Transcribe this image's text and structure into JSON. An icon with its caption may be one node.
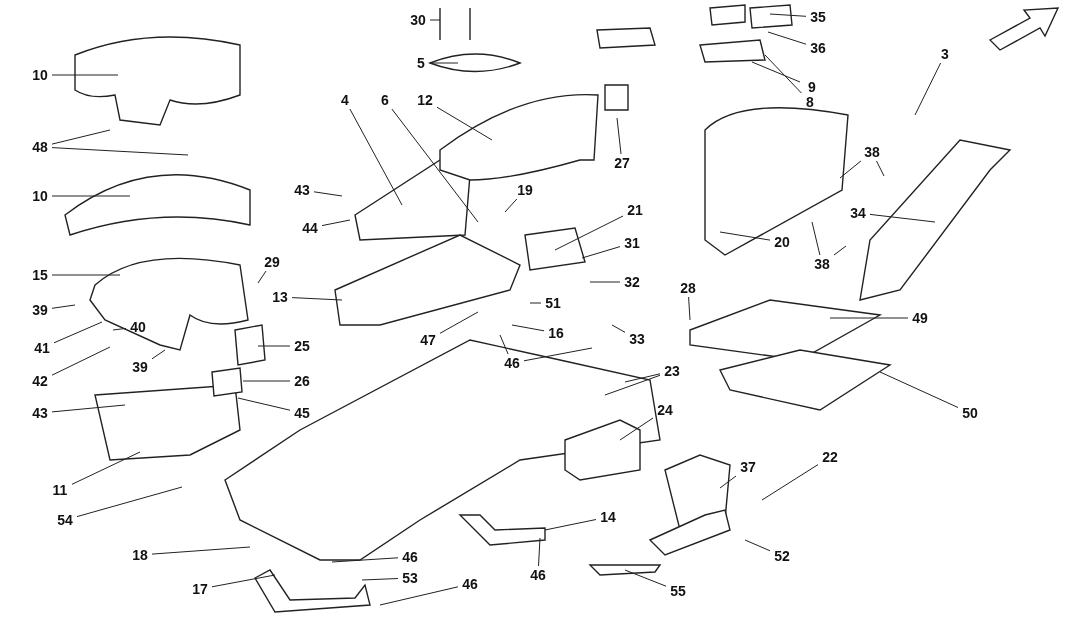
{
  "diagram": {
    "nodes": [
      {
        "text": [
          "30"
        ]
      },
      {
        "text": [
          "5"
        ]
      },
      {
        "text": [
          "35"
        ]
      },
      {
        "text": [
          "36"
        ]
      },
      {
        "text": [
          "9"
        ]
      },
      {
        "text": [
          "8"
        ]
      },
      {
        "text": [
          "27"
        ]
      },
      {
        "text": [
          "3"
        ]
      },
      {
        "text": [
          "10"
        ]
      },
      {
        "text": [
          "48"
        ]
      },
      {
        "text": [
          "10"
        ]
      },
      {
        "text": [
          "4"
        ]
      },
      {
        "text": [
          "6"
        ]
      },
      {
        "text": [
          "12"
        ]
      },
      {
        "text": [
          "43"
        ]
      },
      {
        "text": [
          "44"
        ]
      },
      {
        "text": [
          "19"
        ]
      },
      {
        "text": [
          "21"
        ]
      },
      {
        "text": [
          "31"
        ]
      },
      {
        "text": [
          "32"
        ]
      },
      {
        "text": [
          "38"
        ]
      },
      {
        "text": [
          "34"
        ]
      },
      {
        "text": [
          "20"
        ]
      },
      {
        "text": [
          "38"
        ]
      },
      {
        "text": [
          "15"
        ]
      },
      {
        "text": [
          "29"
        ]
      },
      {
        "text": [
          "39"
        ]
      },
      {
        "text": [
          "40"
        ]
      },
      {
        "text": [
          "41"
        ]
      },
      {
        "text": [
          "42"
        ]
      },
      {
        "text": [
          "39"
        ]
      },
      {
        "text": [
          "13"
        ]
      },
      {
        "text": [
          "25"
        ]
      },
      {
        "text": [
          "26"
        ]
      },
      {
        "text": [
          "45"
        ]
      },
      {
        "text": [
          "43"
        ]
      },
      {
        "text": [
          "28"
        ]
      },
      {
        "text": [
          "49"
        ]
      },
      {
        "text": [
          "51"
        ]
      },
      {
        "text": [
          "16"
        ]
      },
      {
        "text": [
          "47"
        ]
      },
      {
        "text": [
          "46"
        ]
      },
      {
        "text": [
          "33"
        ]
      },
      {
        "text": [
          "23"
        ]
      },
      {
        "text": [
          "24"
        ]
      },
      {
        "text": [
          "50"
        ]
      },
      {
        "text": [
          "11"
        ]
      },
      {
        "text": [
          "54"
        ]
      },
      {
        "text": [
          "37"
        ]
      },
      {
        "text": [
          "22"
        ]
      },
      {
        "text": [
          "14"
        ]
      },
      {
        "text": [
          "18"
        ]
      },
      {
        "text": [
          "46"
        ]
      },
      {
        "text": [
          "52"
        ]
      },
      {
        "text": [
          "46"
        ]
      },
      {
        "text": [
          "53"
        ]
      },
      {
        "text": [
          "17"
        ]
      },
      {
        "text": [
          "46"
        ]
      },
      {
        "text": [
          "55"
        ]
      }
    ],
    "edges": [
      {
        "from": 0,
        "to": null,
        "arrow": "none"
      },
      {
        "from": 1,
        "to": null,
        "arrow": "none"
      },
      {
        "from": 2,
        "to": null,
        "arrow": "none"
      },
      {
        "from": 3,
        "to": null,
        "arrow": "none"
      },
      {
        "from": 4,
        "to": null,
        "arrow": "none"
      },
      {
        "from": 5,
        "to": null,
        "arrow": "none"
      },
      {
        "from": 6,
        "to": null,
        "arrow": "none"
      },
      {
        "from": 7,
        "to": null,
        "arrow": "none"
      },
      {
        "from": 8,
        "to": null,
        "arrow": "none"
      },
      {
        "from": 9,
        "to": null,
        "arrow": "none"
      },
      {
        "from": 9,
        "to": null,
        "arrow": "none"
      },
      {
        "from": 10,
        "to": null,
        "arrow": "none"
      },
      {
        "from": 11,
        "to": null,
        "arrow": "none"
      },
      {
        "from": 12,
        "to": null,
        "arrow": "none"
      },
      {
        "from": 13,
        "to": null,
        "arrow": "none"
      },
      {
        "from": 14,
        "to": null,
        "arrow": "none"
      },
      {
        "from": 15,
        "to": null,
        "arrow": "none"
      },
      {
        "from": 16,
        "to": null,
        "arrow": "none"
      },
      {
        "from": 17,
        "to": null,
        "arrow": "none"
      },
      {
        "from": 18,
        "to": null,
        "arrow": "none"
      },
      {
        "from": 19,
        "to": null,
        "arrow": "none"
      },
      {
        "from": 20,
        "to": null,
        "arrow": "none"
      },
      {
        "from": 20,
        "to": null,
        "arrow": "none"
      },
      {
        "from": 21,
        "to": null,
        "arrow": "none"
      },
      {
        "from": 22,
        "to": null,
        "arrow": "none"
      },
      {
        "from": 23,
        "to": null,
        "arrow": "none"
      },
      {
        "from": 23,
        "to": null,
        "arrow": "none"
      },
      {
        "from": 24,
        "to": null,
        "arrow": "none"
      },
      {
        "from": 25,
        "to": null,
        "arrow": "none"
      },
      {
        "from": 26,
        "to": null,
        "arrow": "none"
      },
      {
        "from": 27,
        "to": null,
        "arrow": "none"
      },
      {
        "from": 28,
        "to": null,
        "arrow": "none"
      },
      {
        "from": 29,
        "to": null,
        "arrow": "none"
      },
      {
        "from": 30,
        "to": null,
        "arrow": "none"
      },
      {
        "from": 31,
        "to": null,
        "arrow": "none"
      },
      {
        "from": 32,
        "to": null,
        "arrow": "none"
      },
      {
        "from": 33,
        "to": null,
        "arrow": "none"
      },
      {
        "from": 34,
        "to": null,
        "arrow": "none"
      },
      {
        "from": 35,
        "to": null,
        "arrow": "none"
      },
      {
        "from": 36,
        "to": null,
        "arrow": "none"
      },
      {
        "from": 37,
        "to": null,
        "arrow": "none"
      },
      {
        "from": 38,
        "to": null,
        "arrow": "none"
      },
      {
        "from": 39,
        "to": null,
        "arrow": "none"
      },
      {
        "from": 40,
        "to": null,
        "arrow": "none"
      },
      {
        "from": 41,
        "to": null,
        "arrow": "none"
      },
      {
        "from": 41,
        "to": null,
        "arrow": "none"
      },
      {
        "from": 42,
        "to": null,
        "arrow": "none"
      },
      {
        "from": 43,
        "to": null,
        "arrow": "none"
      },
      {
        "from": 43,
        "to": null,
        "arrow": "none"
      },
      {
        "from": 44,
        "to": null,
        "arrow": "none"
      },
      {
        "from": 45,
        "to": null,
        "arrow": "none"
      },
      {
        "from": 46,
        "to": null,
        "arrow": "none"
      },
      {
        "from": 47,
        "to": null,
        "arrow": "none"
      },
      {
        "from": 48,
        "to": null,
        "arrow": "none"
      },
      {
        "from": 49,
        "to": null,
        "arrow": "none"
      },
      {
        "from": 50,
        "to": null,
        "arrow": "none"
      },
      {
        "from": 51,
        "to": null,
        "arrow": "none"
      },
      {
        "from": 52,
        "to": null,
        "arrow": "none"
      },
      {
        "from": 53,
        "to": null,
        "arrow": "none"
      },
      {
        "from": 54,
        "to": null,
        "arrow": "none"
      },
      {
        "from": 55,
        "to": null,
        "arrow": "none"
      },
      {
        "from": 56,
        "to": null,
        "arrow": "none"
      },
      {
        "from": 57,
        "to": null,
        "arrow": "none"
      },
      {
        "from": 58,
        "to": null,
        "arrow": "none"
      }
    ]
  }
}
